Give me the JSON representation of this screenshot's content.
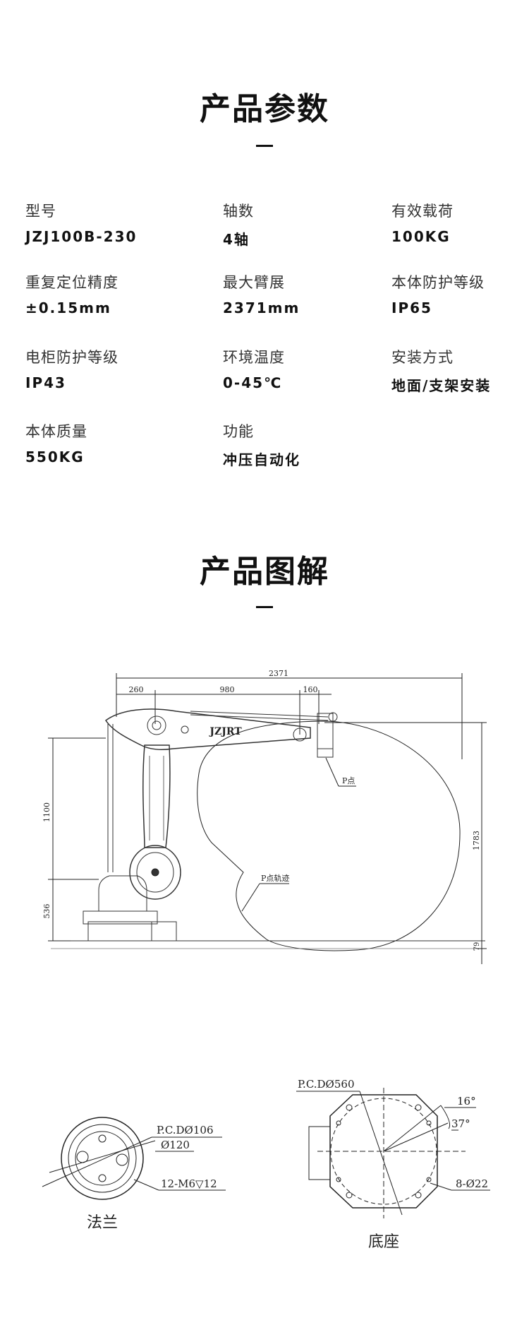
{
  "params": {
    "title": "产品参数",
    "items": [
      {
        "label": "型号",
        "value": "JZJ100B-230"
      },
      {
        "label": "轴数",
        "value": "4轴"
      },
      {
        "label": "有效载荷",
        "value": "100KG"
      },
      {
        "label": "重复定位精度",
        "value": "±0.15mm"
      },
      {
        "label": "最大臂展",
        "value": "2371mm"
      },
      {
        "label": "本体防护等级",
        "value": "IP65"
      },
      {
        "label": "电柜防护等级",
        "value": "IP43"
      },
      {
        "label": "环境温度",
        "value": "0-45℃"
      },
      {
        "label": "安装方式",
        "value": "地面/支架安装"
      },
      {
        "label": "本体质量",
        "value": "550KG"
      },
      {
        "label": "功能",
        "value": "冲压自动化"
      }
    ]
  },
  "diagram": {
    "title": "产品图解",
    "side_view": {
      "dim_total": "2371",
      "dim_a": "260",
      "dim_b": "980",
      "dim_c": "160",
      "dim_height_upper": "1100",
      "dim_height_lower": "536",
      "dim_reach_height": "1783",
      "dim_bottom": "79",
      "p_point_label": "P点",
      "p_trajectory_label": "P点轨迹",
      "brand_logo": "JZJRT"
    },
    "flange": {
      "caption": "法兰",
      "pcd": "P.C.DØ106",
      "diameter": "Ø120",
      "holes": "12-M6▽12"
    },
    "base": {
      "caption": "底座",
      "pcd": "P.C.DØ560",
      "angle_a": "16°",
      "angle_b": "37°",
      "holes": "8-Ø22"
    }
  }
}
